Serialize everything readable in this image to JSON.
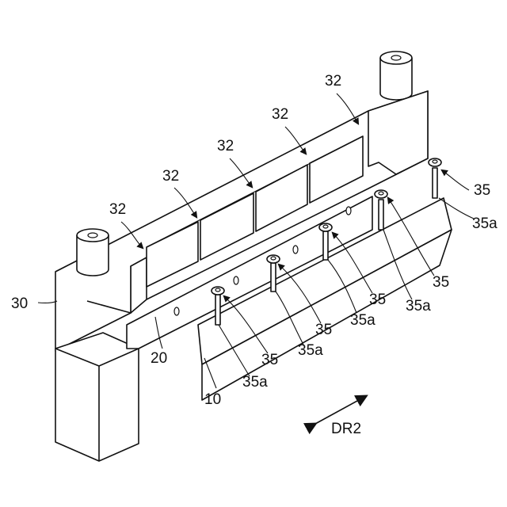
{
  "diagram": {
    "labels": {
      "ref_30": "30",
      "ref_20": "20",
      "ref_10": "10",
      "ref_32": "32",
      "ref_35": "35",
      "ref_35a": "35a",
      "dir_dr2": "DR2"
    }
  }
}
